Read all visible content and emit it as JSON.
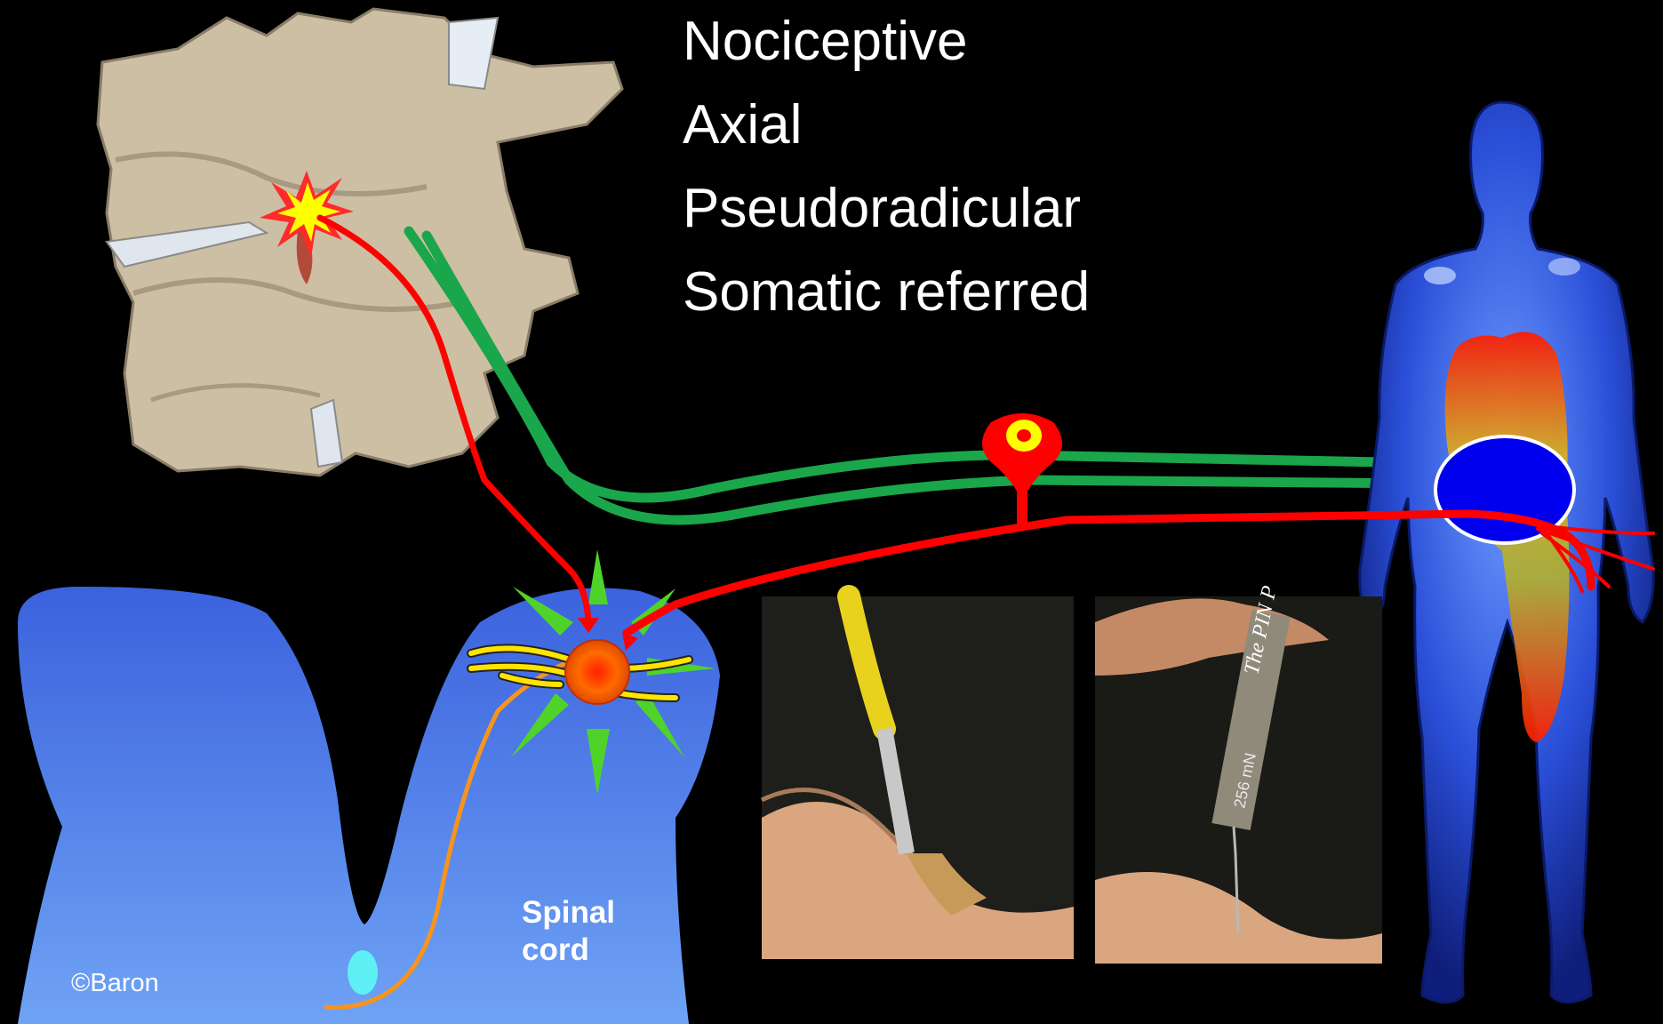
{
  "pain_terms": [
    "Nociceptive",
    "Axial",
    "Pseudoradicular",
    "Somatic referred"
  ],
  "spinal_cord_label": [
    "Spinal",
    "cord"
  ],
  "credit": "©Baron",
  "instrument_label": "The PIN P",
  "instrument_force": "256 mN",
  "colors": {
    "background": "#000000",
    "nociceptive_fiber": "#ff0000",
    "mechanoreceptive_fiber": "#1aa64b",
    "spinal_cord": "#4f7ef0",
    "body_figure": "#2a4fd8",
    "afferent_orange": "#f7941d",
    "neuron_body": "#ff0000",
    "neuron_nucleus": "#ffff00",
    "referred_zone": "#0000ee"
  },
  "icons": [
    "vertebra-illustration",
    "pain-burst-icon",
    "dorsal-root-ganglion-icon",
    "human-body-figure",
    "brush-photo",
    "pin-prick-photo"
  ]
}
